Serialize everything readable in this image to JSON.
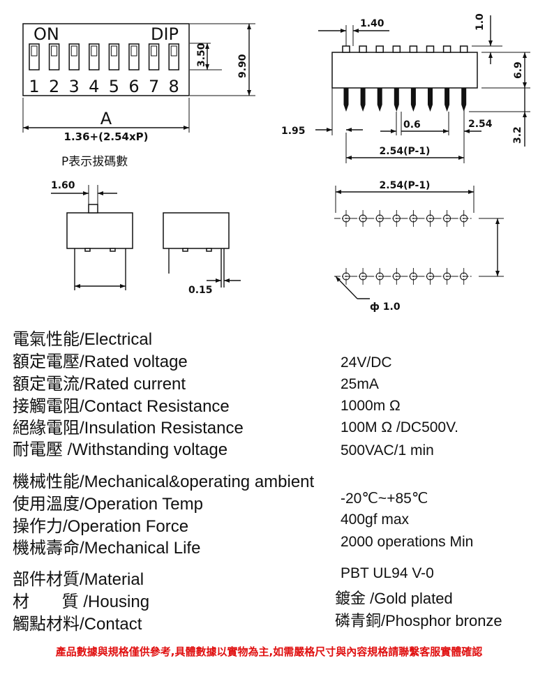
{
  "drawing": {
    "top_view": {
      "on": "ON",
      "dip": "DIP",
      "positions": [
        "1",
        "2",
        "3",
        "4",
        "5",
        "6",
        "7",
        "8"
      ],
      "dim_height_inner": "3.50",
      "dim_height_outer": "9.90",
      "dim_width_symbol": "A",
      "dim_width_formula": "1.36+(2.54xP)",
      "note": "P表示拔碼數"
    },
    "side_view": {
      "dim_top_pitch": "1.40",
      "dim_top_height": "1.0",
      "dim_body_height": "6.9",
      "dim_left": "1.95",
      "dim_pin_width": "0.6",
      "dim_pin_pitch": "2.54",
      "dim_pin_length": "3.2",
      "dim_span": "2.54(P-1)"
    },
    "end_views": {
      "dim_actuator": "1.60",
      "dim_pin_thickness": "0.15"
    },
    "pcb_layout": {
      "dim_span": "2.54(P-1)",
      "dim_hole": "ф 1.0"
    }
  },
  "specs": {
    "electrical": {
      "label": "電氣性能/Electrical"
    },
    "rated_voltage": {
      "label": "額定電壓/Rated voltage",
      "value": "24V/DC"
    },
    "rated_current": {
      "label": "額定電流/Rated current",
      "value": "25mA"
    },
    "contact_resistance": {
      "label": "接觸電阻/Contact Resistance",
      "value": "1000m Ω"
    },
    "insulation_resistance": {
      "label": "絕緣電阻/Insulation Resistance",
      "value": "100M Ω /DC500V."
    },
    "withstanding_voltage": {
      "label": "耐電壓 /Withstanding voltage",
      "value": "500VAC/1 min"
    },
    "mechanical": {
      "label": "機械性能/Mechanical&operating ambient"
    },
    "operation_temp": {
      "label": "使用溫度/Operation Temp",
      "value": "-20℃~+85℃"
    },
    "operation_force": {
      "label": "操作力/Operation Force",
      "value": "400gf  max"
    },
    "mechanical_life": {
      "label": "機械壽命/Mechanical Life",
      "value": "2000 operations Min"
    },
    "material": {
      "label": "部件材質/Material",
      "value": "PBT    UL94 V-0"
    },
    "housing": {
      "label": "材       質 /Housing",
      "value": "鍍金 /Gold plated"
    },
    "contact": {
      "label": "觸點材料/Contact",
      "value": "磷青銅/Phosphor bronze"
    }
  },
  "footer": "產品數據與規格僅供參考,具體數據以實物為主,如需嚴格尺寸與內容規格請聯繫客服實體確認"
}
